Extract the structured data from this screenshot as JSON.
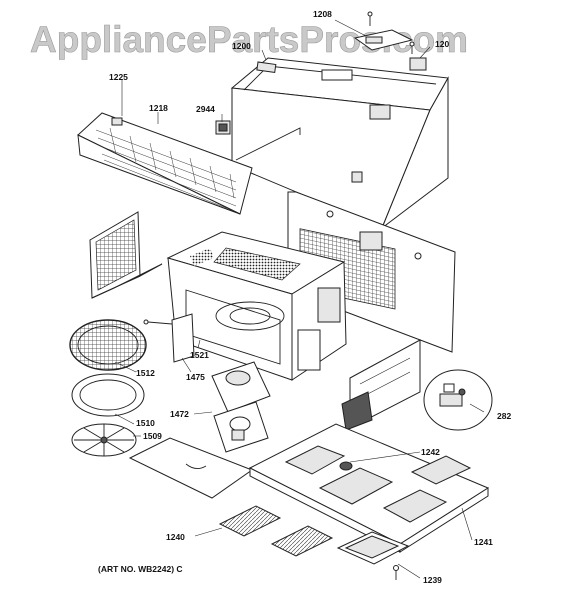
{
  "watermark": "AppliancePartsPros.com",
  "art_number": "(ART NO. WB2242) C",
  "labels": {
    "p1208": "1208",
    "p1200": "1200",
    "p120x": "120",
    "p1225": "1225",
    "p1218": "1218",
    "p2944": "2944",
    "p1512": "1512",
    "p1475": "1475",
    "p1521": "1521",
    "p1510": "1510",
    "p1472": "1472",
    "p1509": "1509",
    "p282": "282",
    "p1242": "1242",
    "p1240": "1240",
    "p1241": "1241",
    "p1239": "1239"
  }
}
